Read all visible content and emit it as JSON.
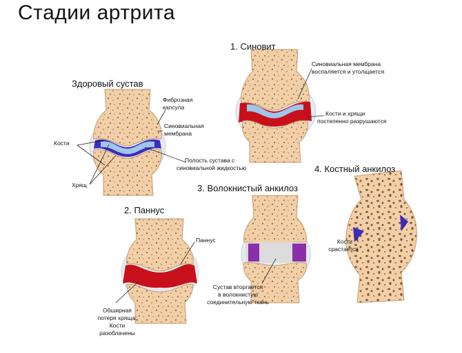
{
  "title": "Стадии артрита",
  "healthy": {
    "title": "Здоровый сустав",
    "bones": "Кости",
    "cartilage": "Хрящ",
    "fibrous_capsule_1": "Фиброзная",
    "fibrous_capsule_2": "капсула",
    "synovial_membrane_1": "Синовиальная",
    "synovial_membrane_2": "мембрана",
    "cavity_1": "Полость сустава с",
    "cavity_2": "синовиальной жидкостью"
  },
  "stage1": {
    "title": "1. Синовит",
    "membrane_1": "Синовиальная мембрана",
    "membrane_2": "воспаляется и утолщается",
    "bones_1": "Кости и хрящи",
    "bones_2": "постепенно разрушаются"
  },
  "stage2": {
    "title": "2. Паннус",
    "pannus": "Паннус",
    "loss_1": "Обширная",
    "loss_2": "потеря хряща;",
    "loss_3": "Кости",
    "loss_4": "разоблачены"
  },
  "stage3": {
    "title": "3. Волокнистый анкилоз",
    "fused_1": "Сустав вторгается",
    "fused_2": "в волокнистую",
    "fused_3": "соединительную ткань"
  },
  "stage4": {
    "title": "4. Костный анкилоз",
    "fuse_1": "Кость",
    "fuse_2": "срастается"
  },
  "colors": {
    "bone": "#f2cfa6",
    "bone_outline": "#c49a6c",
    "capsule": "#e7ebf0",
    "cartilage_blue": "#9ec6e8",
    "membrane_purple": "#3b2bbf",
    "inflamed_red": "#c8101c",
    "fibrous_gray": "#dcdcdc"
  }
}
